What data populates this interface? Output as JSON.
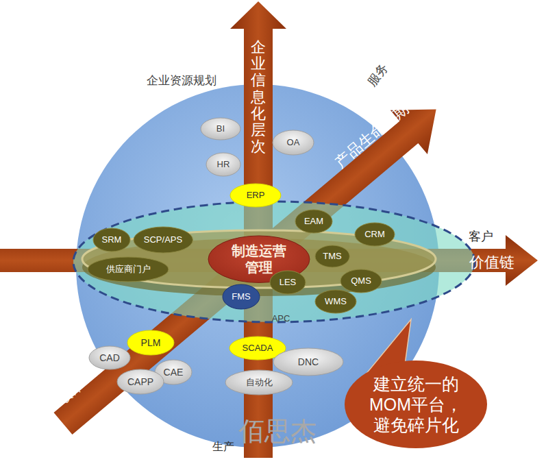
{
  "diagram": {
    "nodes": [
      {
        "text": [
          "BI"
        ]
      },
      {
        "text": [
          "OA"
        ]
      },
      {
        "text": [
          "HR"
        ]
      },
      {
        "text": [
          "ERP"
        ]
      },
      {
        "text": [
          "SRM"
        ]
      },
      {
        "text": [
          "SCP/APS"
        ]
      },
      {
        "text": [
          "供应商门户"
        ]
      },
      {
        "text": [
          "制造运营 管理"
        ]
      },
      {
        "text": [
          "EAM"
        ]
      },
      {
        "text": [
          "CRM"
        ]
      },
      {
        "text": [
          "TMS"
        ]
      },
      {
        "text": [
          "LES"
        ]
      },
      {
        "text": [
          "QMS"
        ]
      },
      {
        "text": [
          "WMS"
        ]
      },
      {
        "text": [
          "FMS"
        ]
      },
      {
        "text": [
          "PLM"
        ]
      },
      {
        "text": [
          "CAD"
        ]
      },
      {
        "text": [
          "CAE"
        ]
      },
      {
        "text": [
          "CAPP"
        ]
      },
      {
        "text": [
          "SCADA"
        ]
      },
      {
        "text": [
          "DNC"
        ]
      },
      {
        "text": [
          "自动化"
        ]
      },
      {
        "text": [
          "建立统一的 MOM平台， 避免碎片化"
        ]
      }
    ],
    "labels": [
      "企业资源规划",
      "企业信息化层次",
      "服务",
      "产品生命周期",
      "客户",
      "价值链",
      "设计",
      "生产",
      "APC",
      "佰思杰"
    ]
  }
}
